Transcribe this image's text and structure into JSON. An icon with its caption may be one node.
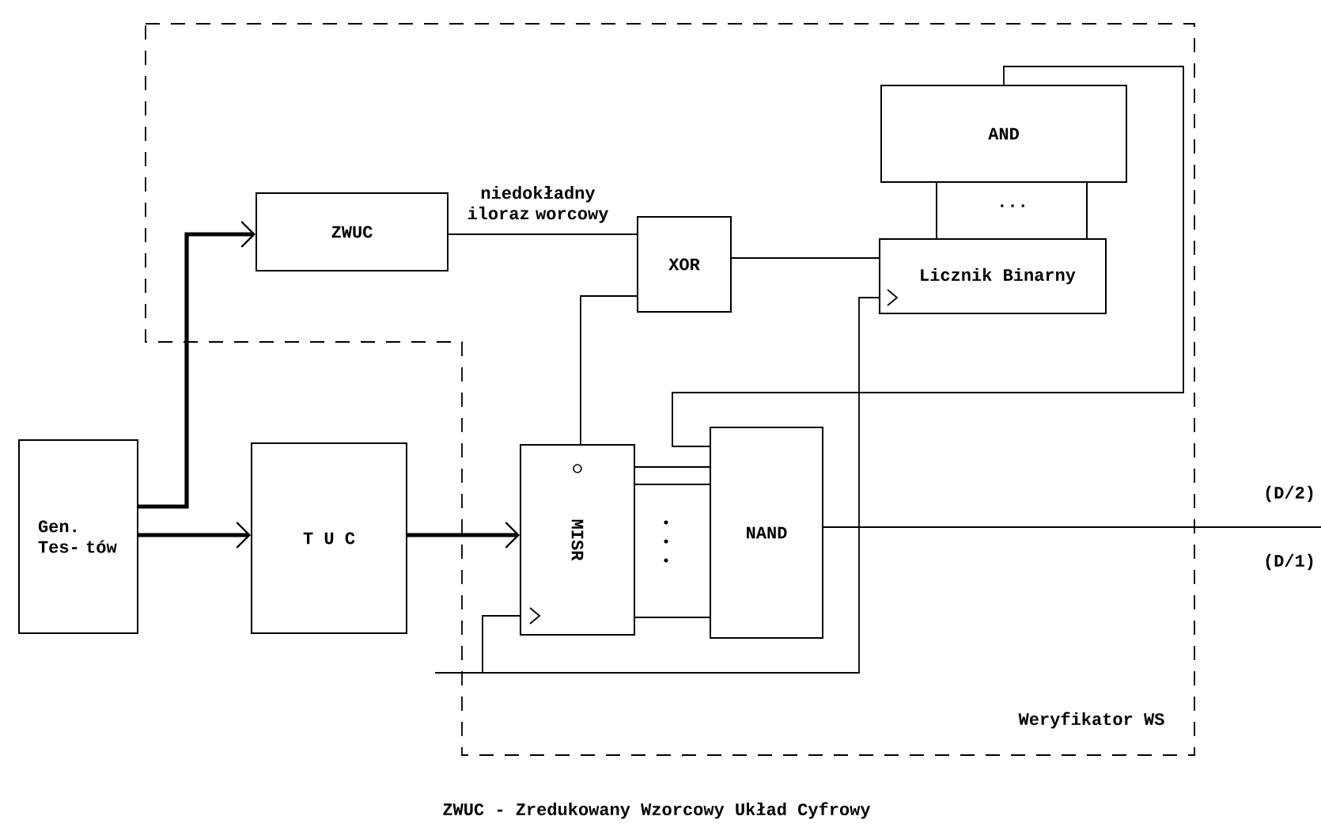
{
  "diagram": {
    "caption": "ZWUC - Zredukowany Wzorcowy Układ Cyfrowy",
    "nodes": [
      {
        "text": [
          "Weryfikator WS"
        ]
      },
      {
        "text": [
          "ZWUC"
        ],
        "in": 0
      },
      {
        "text": [
          "AND"
        ],
        "in": 0
      },
      {
        "text": [
          "XOR"
        ],
        "in": 0
      },
      {
        "text": [
          "Licznik Binarny"
        ],
        "in": 0
      },
      {
        "text": [
          "Gen. Tes- tów"
        ]
      },
      {
        "text": [
          "T U C"
        ]
      },
      {
        "text": [
          "MISR"
        ],
        "in": 0
      },
      {
        "text": [
          "NAND"
        ],
        "in": 0
      }
    ],
    "edges": [
      {
        "from": 5,
        "to": 1,
        "arrow": "to",
        "style": "thick"
      },
      {
        "from": 5,
        "to": 6,
        "arrow": "to",
        "style": "thick"
      },
      {
        "from": 6,
        "to": 7,
        "arrow": "to",
        "style": "thick"
      },
      {
        "from": 1,
        "to": 3,
        "arrow": "none",
        "label": "niedokładny iloraz worcowy"
      },
      {
        "from": 7,
        "to": 3,
        "arrow": "none"
      },
      {
        "from": 3,
        "to": 4,
        "arrow": "none"
      },
      {
        "from": 4,
        "to": 2,
        "arrow": "none"
      },
      {
        "from": 2,
        "to": 8,
        "arrow": "none"
      },
      {
        "from": 7,
        "to": 8,
        "arrow": "none"
      },
      {
        "from": 8,
        "to": null,
        "arrow": "none"
      },
      {
        "from": null,
        "to": 7,
        "arrow": "none"
      },
      {
        "from": null,
        "to": 4,
        "arrow": "none"
      }
    ],
    "labels": [
      "...",
      "(D/2)",
      "(D/1)"
    ]
  }
}
